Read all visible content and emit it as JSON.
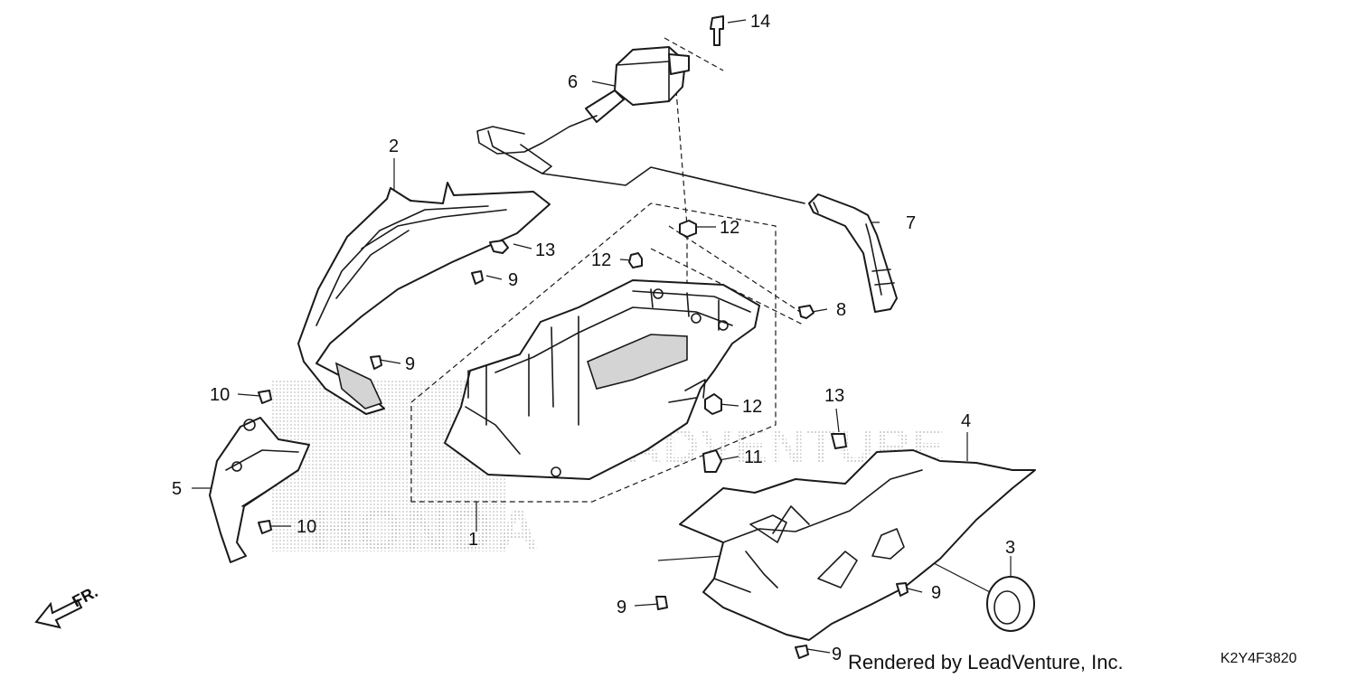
{
  "diagram": {
    "watermark_lines": [
      "LEADVENTURE",
      "HONDA"
    ],
    "direction_label": "FR.",
    "credit": "Rendered by LeadVenture, Inc.",
    "diagram_code": "K2Y4F3820",
    "callouts": {
      "c1": "1",
      "c2": "2",
      "c3": "3",
      "c4": "4",
      "c5": "5",
      "c6": "6",
      "c7": "7",
      "c8": "8",
      "c9a": "9",
      "c9b": "9",
      "c9c": "9",
      "c9d": "9",
      "c9e": "9",
      "c10a": "10",
      "c10b": "10",
      "c11": "11",
      "c12a": "12",
      "c12b": "12",
      "c12c": "12",
      "c13a": "13",
      "c13b": "13",
      "c14": "14"
    }
  }
}
